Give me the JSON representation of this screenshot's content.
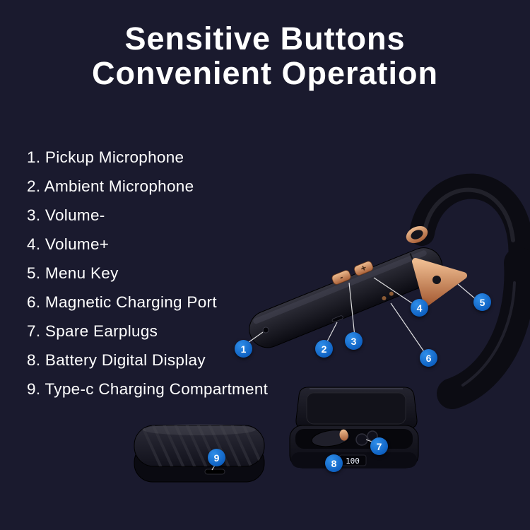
{
  "colors": {
    "background": "#1a1a2e",
    "badge_blue": "#1473d6",
    "copper_accent": "#d89a6a",
    "text": "#ffffff"
  },
  "title": {
    "line1": "Sensitive Buttons",
    "line2": "Convenient Operation"
  },
  "features": [
    "1. Pickup Microphone",
    "2. Ambient Microphone",
    "3. Volume-",
    "4. Volume+",
    "5. Menu Key",
    "6. Magnetic Charging Port",
    "7. Spare Earplugs",
    "8. Battery Digital Display",
    "9. Type-c Charging Compartment"
  ],
  "callouts": [
    "1",
    "2",
    "3",
    "4",
    "5",
    "6",
    "7",
    "8",
    "9"
  ],
  "headset": {
    "volume_minus_label": "-",
    "volume_plus_label": "+"
  },
  "charging_case": {
    "battery_display": "100"
  }
}
